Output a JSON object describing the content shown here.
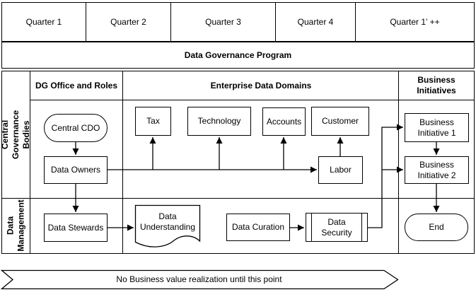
{
  "title_row": {
    "quarters": [
      "Quarter 1",
      "Quarter 2",
      "Quarter 3",
      "Quarter 4",
      "Quarter 1' ++"
    ]
  },
  "program": {
    "title": "Data Governance Program"
  },
  "swimlanes": {
    "row_headers": [
      "Central Governance Bodies",
      "Data Management"
    ],
    "column_headers": [
      "DG Office and Roles",
      "Enterprise Data Domains",
      "Business Initiatives"
    ]
  },
  "nodes": {
    "central_cdo": "Central CDO",
    "data_owners": "Data Owners",
    "tax": "Tax",
    "technology": "Technology",
    "accounts": "Accounts",
    "customer": "Customer",
    "labor": "Labor",
    "business_initiative_1": "Business Initiative 1",
    "business_initiative_2": "Business Initiative 2",
    "data_stewards": "Data Stewards",
    "data_understanding": "Data Understanding",
    "data_curation": "Data Curation",
    "data_security": "Data Security",
    "end": "End"
  },
  "banner": {
    "text": "No Business value realization until this point"
  },
  "colors": {
    "stroke": "#000000",
    "shape_fill": "#ffffff",
    "background": "#ffffff",
    "text": "#000000"
  }
}
